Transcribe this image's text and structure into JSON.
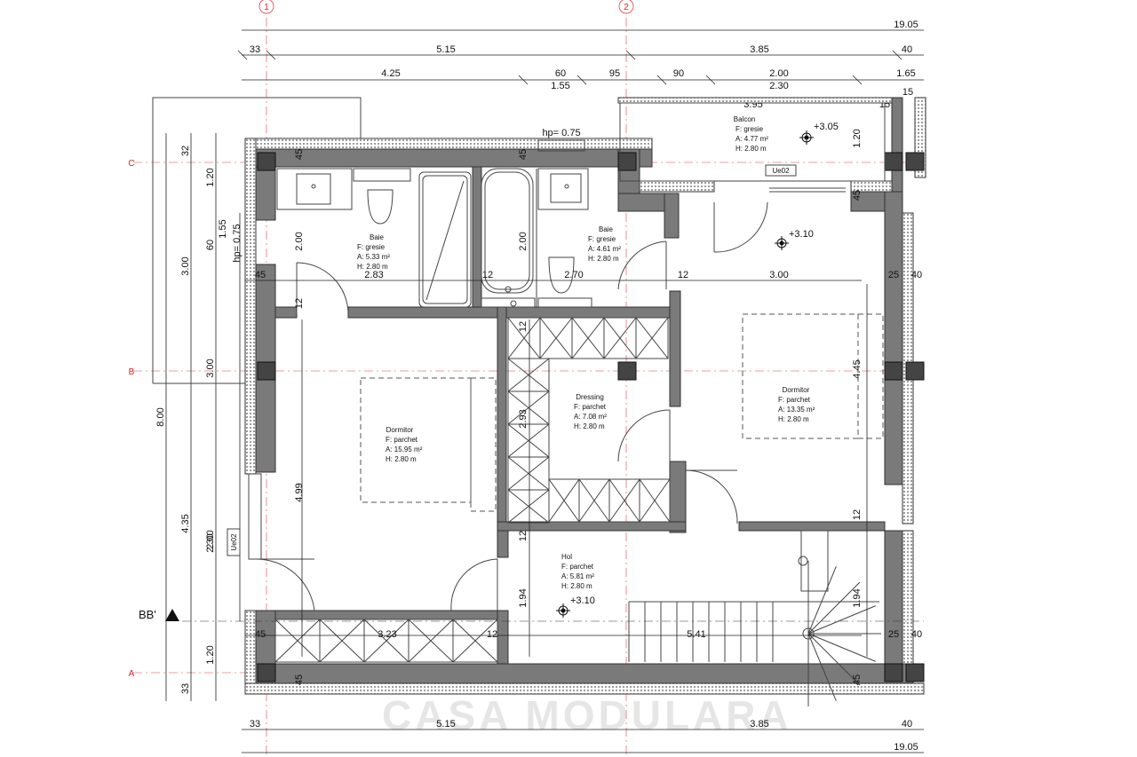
{
  "axes": {
    "cols": [
      "1",
      "2"
    ],
    "rows": [
      "C",
      "B",
      "A"
    ]
  },
  "top_dims": {
    "overall": "19.05",
    "row2": [
      "33",
      "5.15",
      "3.85",
      "40"
    ],
    "row3": [
      "4.25",
      "60",
      "95",
      "90",
      "2.00",
      "1.65"
    ],
    "row4": [
      "1.55",
      "2.30"
    ],
    "row5": [
      "3.95",
      "15",
      "15"
    ]
  },
  "bottom_dims": {
    "row1": [
      "33",
      "5.15",
      "3.85",
      "40"
    ],
    "overall": "19.05"
  },
  "left_dims": {
    "outer": "8.00",
    "mid": [
      "3.00",
      "4.35"
    ],
    "inner": [
      "32",
      "1.20",
      "60",
      "3.00",
      "2.30",
      "1.20",
      "33"
    ],
    "innermost": [
      "1.55",
      "2.00"
    ],
    "hp": "hp= 0.75"
  },
  "interior_dims": {
    "d_45a": "45",
    "d_45b": "45",
    "d_45c": "45",
    "d_45d": "45",
    "d_45e": "45",
    "d_45f": "45",
    "d_45g": "45",
    "d_45h": "45",
    "d_283": "2.83",
    "d_12a": "12",
    "d_270": "2.70",
    "d_12b": "12",
    "d_300": "3.00",
    "d_25a": "25",
    "d_40a": "40",
    "d_200a": "2.00",
    "d_200b": "2.00",
    "d_12c": "12",
    "d_120": "1.20",
    "d_445": "4.45",
    "d_293": "2.93",
    "d_499": "4.99",
    "d_12d": "12",
    "d_12e": "12",
    "d_12f": "12",
    "d_194a": "1.94",
    "d_194b": "1.94",
    "d_323": "3.23",
    "d_12g": "12",
    "d_541": "5.41",
    "d_25b": "25",
    "d_40b": "40",
    "hp_top": "hp= 0.75"
  },
  "rooms": {
    "balcon": {
      "name": "Balcon",
      "finish": "F: gresie",
      "area": "A: 4.77 m²",
      "height": "H: 2.80 m"
    },
    "baie1": {
      "name": "Baie",
      "finish": "F: gresie",
      "area": "A: 5.33 m²",
      "height": "H: 2.80 m"
    },
    "baie2": {
      "name": "Baie",
      "finish": "F: gresie",
      "area": "A: 4.61 m²",
      "height": "H: 2.80 m"
    },
    "dormitor1": {
      "name": "Dormitor",
      "finish": "F: parchet",
      "area": "A: 15.95 m²",
      "height": "H: 2.80 m"
    },
    "dressing": {
      "name": "Dressing",
      "finish": "F: parchet",
      "area": "A: 7.08 m²",
      "height": "H: 2.80 m"
    },
    "dormitor2": {
      "name": "Dormitor",
      "finish": "F: parchet",
      "area": "A: 13.35 m²",
      "height": "H: 2.80 m"
    },
    "hol": {
      "name": "Hol",
      "finish": "F: parchet",
      "area": "A: 5.81 m²",
      "height": "H: 2.80 m"
    }
  },
  "levels": {
    "balcon": "+3.05",
    "upper": "+3.10",
    "hol": "+3.10"
  },
  "windows": {
    "top": "Ue02",
    "left": "Ue02"
  },
  "section_mark": "BB'",
  "watermark": "CASA MODULARA"
}
